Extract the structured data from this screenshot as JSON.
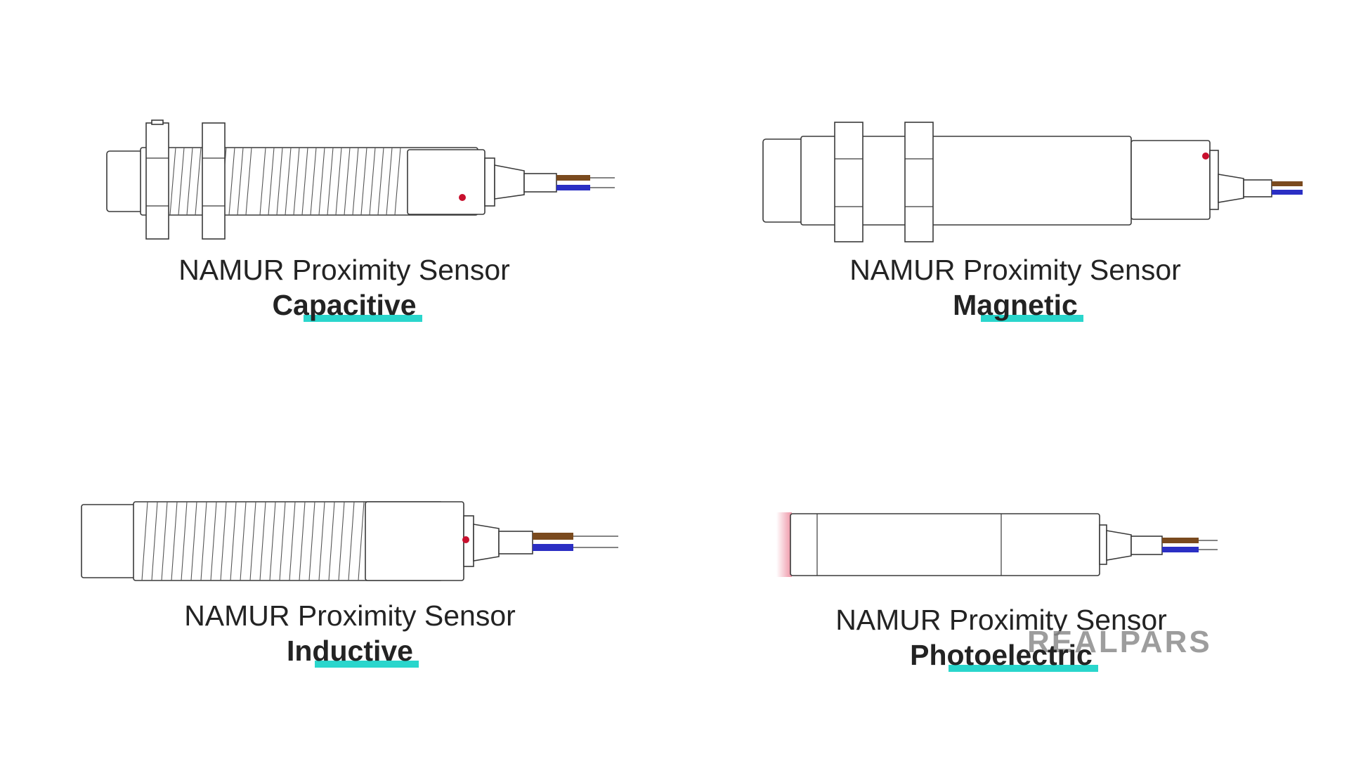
{
  "colors": {
    "accent": "#2ad6cc",
    "wire_brown": "#7a4a1e",
    "wire_blue": "#2b2fc4",
    "led_red": "#c8102e",
    "watermark_gray": "#8c8c8c"
  },
  "sensors": [
    {
      "title": "NAMUR Proximity Sensor",
      "type": "Capacitive"
    },
    {
      "title": "NAMUR Proximity Sensor",
      "type": "Magnetic"
    },
    {
      "title": "NAMUR Proximity Sensor",
      "type": "Inductive"
    },
    {
      "title": "NAMUR Proximity Sensor",
      "type": "Photoelectric"
    }
  ],
  "watermark": {
    "brand": "REALPARS"
  }
}
